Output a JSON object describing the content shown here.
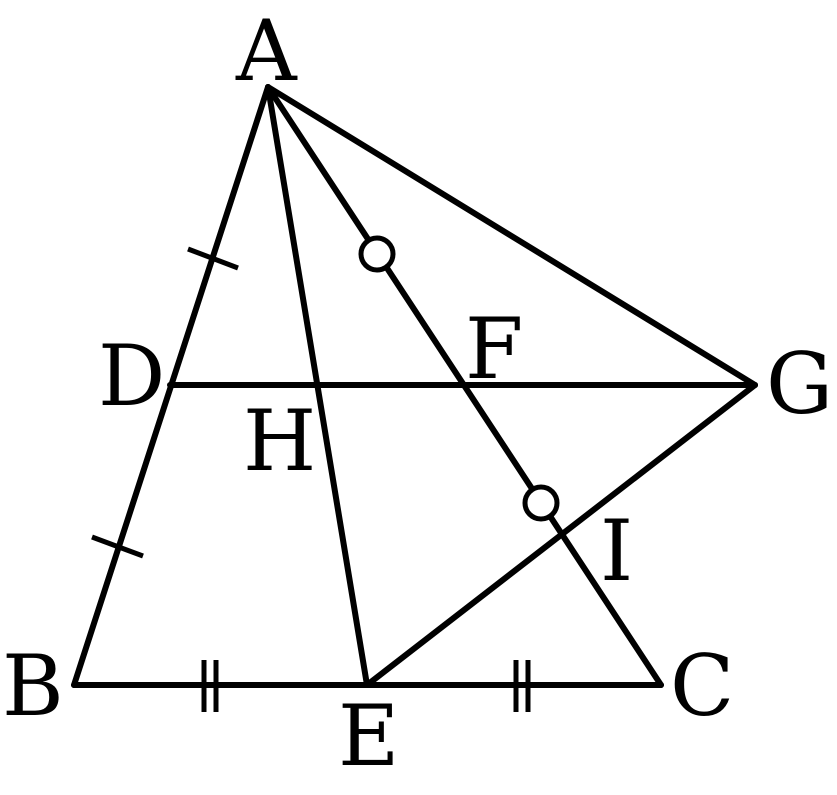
{
  "figure": {
    "points": [
      {
        "id": "A",
        "label": "A"
      },
      {
        "id": "B",
        "label": "B"
      },
      {
        "id": "C",
        "label": "C"
      },
      {
        "id": "D",
        "label": "D"
      },
      {
        "id": "E",
        "label": "E"
      },
      {
        "id": "F",
        "label": "F"
      },
      {
        "id": "G",
        "label": "G"
      },
      {
        "id": "H",
        "label": "H"
      },
      {
        "id": "I",
        "label": "I"
      }
    ],
    "segments": [
      [
        "A",
        "B"
      ],
      [
        "B",
        "C"
      ],
      [
        "A",
        "C"
      ],
      [
        "A",
        "E"
      ],
      [
        "A",
        "G"
      ],
      [
        "D",
        "G"
      ],
      [
        "E",
        "G"
      ]
    ],
    "equal_marks": [
      {
        "style": "single-tick",
        "segments": [
          [
            "A",
            "D"
          ],
          [
            "D",
            "B"
          ]
        ]
      },
      {
        "style": "double-tick",
        "segments": [
          [
            "B",
            "E"
          ],
          [
            "E",
            "C"
          ]
        ]
      },
      {
        "style": "circle",
        "segments": [
          [
            "A",
            "F"
          ],
          [
            "F",
            "I"
          ]
        ]
      }
    ],
    "line_color": "#000000",
    "background_color": "#ffffff"
  }
}
